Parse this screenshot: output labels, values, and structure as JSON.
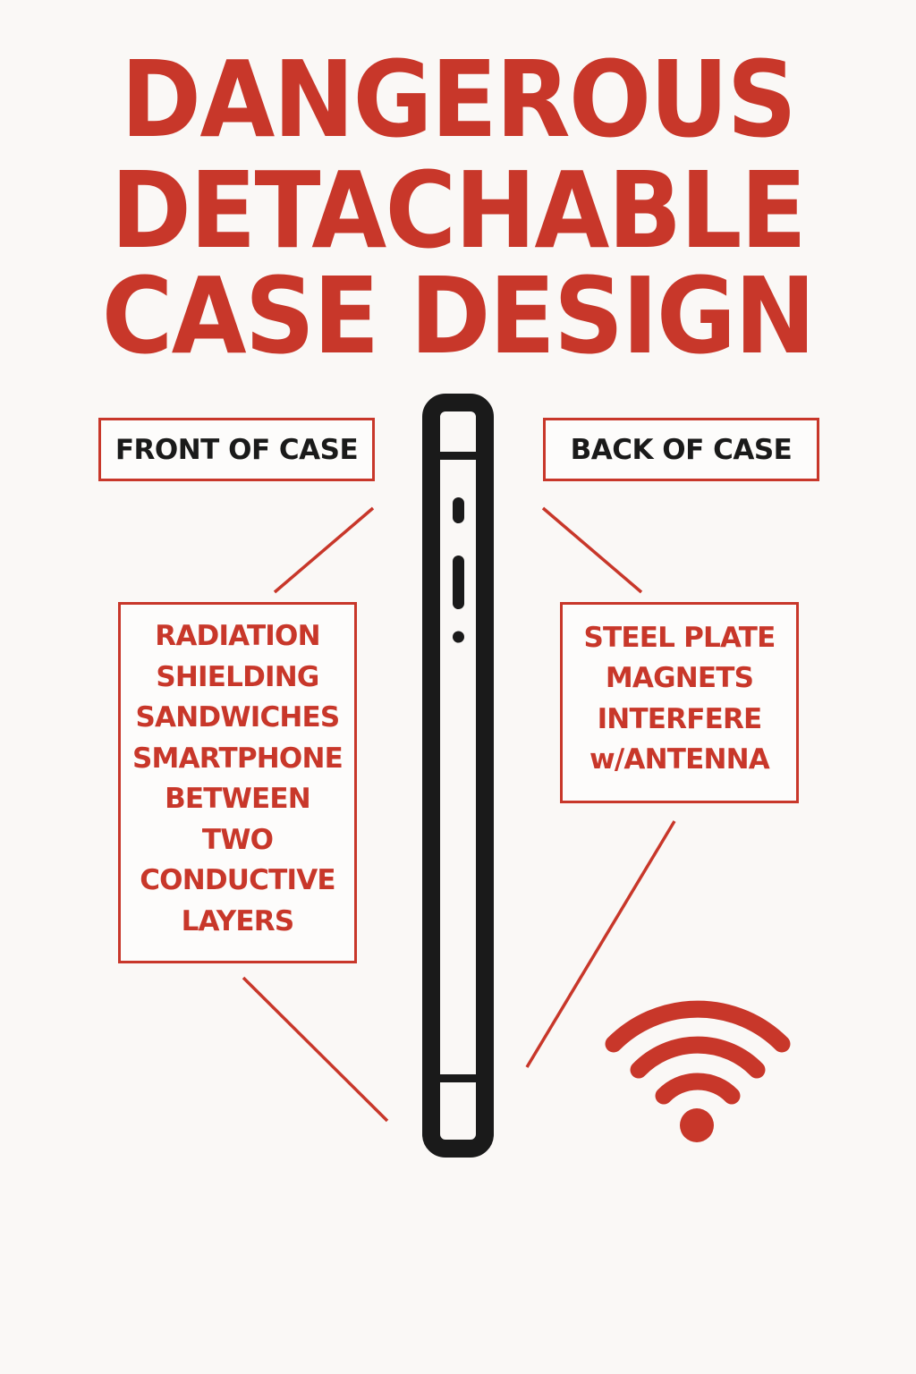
{
  "title": {
    "lines": [
      "DANGEROUS",
      "DETACHABLE",
      "CASE DESIGN"
    ],
    "color": "#c8372a"
  },
  "labels": {
    "front": "FRONT OF CASE",
    "back": "BACK OF CASE"
  },
  "callouts": {
    "left": {
      "lines": [
        "RADIATION",
        "SHIELDING",
        "SANDWICHES",
        "SMARTPHONE",
        "BETWEEN",
        "TWO",
        "CONDUCTIVE",
        "LAYERS"
      ]
    },
    "right": {
      "lines": [
        "STEEL PLATE",
        "MAGNETS",
        "INTERFERE",
        "w/ANTENNA"
      ]
    }
  },
  "icons": {
    "phone": "smartphone-side-view-icon",
    "wifi": "wifi-signal-icon"
  },
  "colors": {
    "accent": "#c8372a",
    "ink": "#1a1a1a",
    "background": "#faf8f6"
  }
}
